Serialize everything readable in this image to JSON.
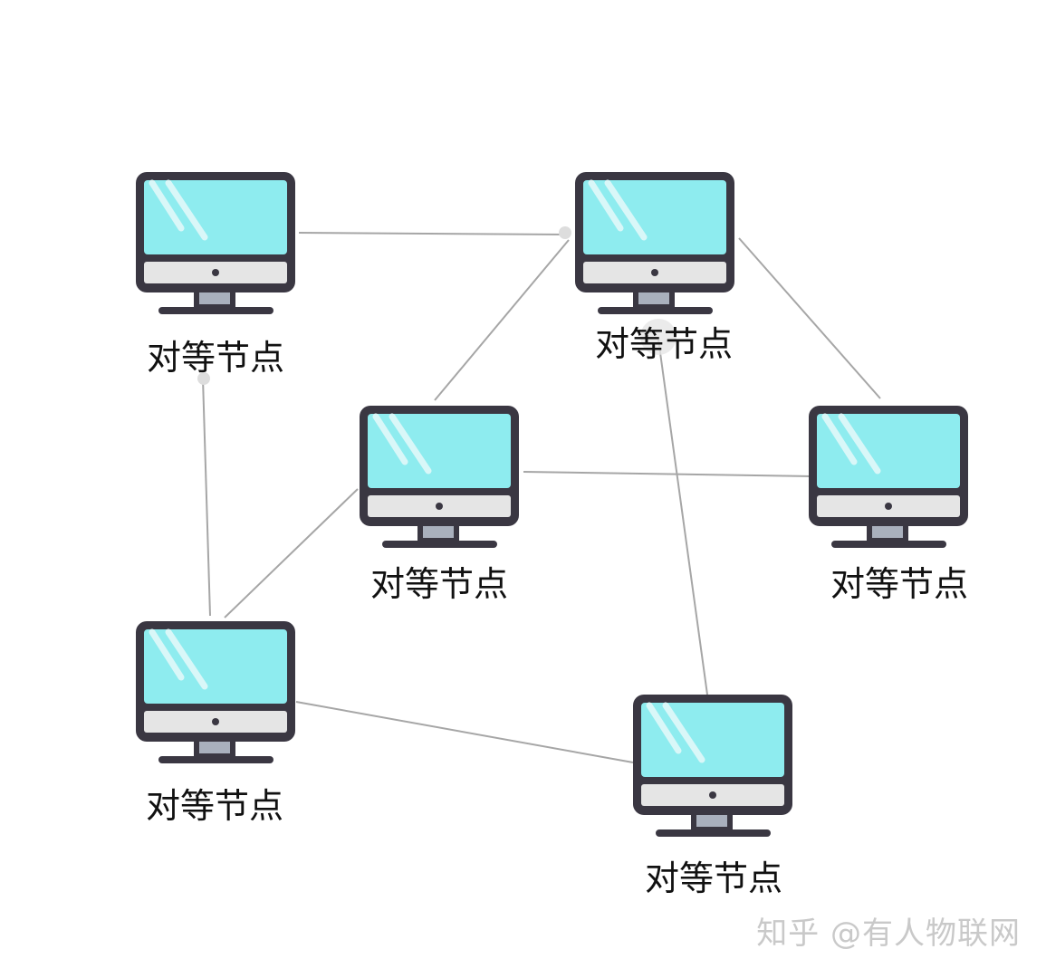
{
  "diagram": {
    "nodes": [
      {
        "label": "对等节点"
      },
      {
        "label": "对等节点"
      },
      {
        "label": "对等节点"
      },
      {
        "label": "对等节点"
      },
      {
        "label": "对等节点"
      },
      {
        "label": "对等节点"
      }
    ],
    "colors": {
      "screen": "#8eecef",
      "frame": "#3a3742",
      "bezel": "#e5e5e5",
      "neck": "#a9b0bd",
      "edge": "#a6a6a6",
      "glare": "#d9f7f8"
    }
  },
  "watermark": {
    "text": "知乎 @有人物联网"
  }
}
